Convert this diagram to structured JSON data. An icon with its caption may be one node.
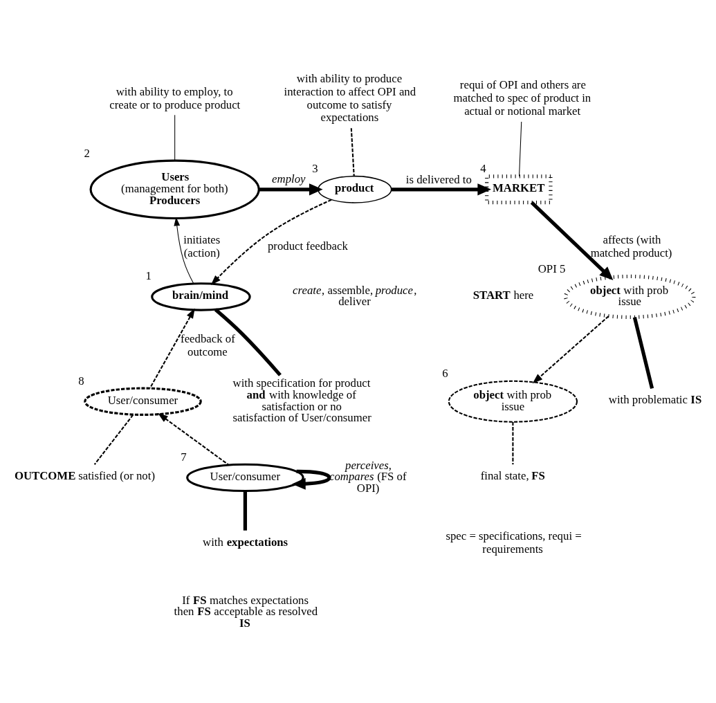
{
  "diagram": {
    "nodes": [
      {
        "text": [
          "**Users**",
          "(management for both)",
          "**Producers**"
        ],
        "beside": [
          "2"
        ]
      },
      {
        "text": [
          "**product**"
        ],
        "beside": [
          "3"
        ]
      },
      {
        "text": [
          "**MARKET**"
        ],
        "beside": [
          "4"
        ]
      },
      {
        "text": [
          "**brain/mind**"
        ],
        "beside": [
          "1"
        ]
      },
      {
        "text": [
          "User/consumer"
        ],
        "beside": [
          "8"
        ]
      },
      {
        "text": [
          "**object** with prob issue"
        ],
        "beside": [
          "OPI",
          "5"
        ]
      },
      {
        "text": [
          "**object** with prob issue"
        ],
        "beside": [
          "6"
        ]
      },
      {
        "text": [
          "User/consumer"
        ],
        "beside": [
          "7"
        ]
      },
      {
        "text": [
          "with ability to employ, to create or to produce product"
        ]
      },
      {
        "text": [
          "with ability to produce interaction to affect OPI and outcome to satisfy expectations"
        ]
      },
      {
        "text": [
          "requi of OPI and others are matched to spec of product in actual or notional market"
        ]
      },
      {
        "text": [
          "with specification for product **and** with knowledge of satisfaction or no satisfaction of User/consumer"
        ]
      },
      {
        "text": [
          "**OUTCOME** satisfied (or not)"
        ]
      },
      {
        "text": [
          "with problematic **IS**"
        ]
      },
      {
        "text": [
          "with **expectations**"
        ]
      },
      {
        "text": [
          "final state, **FS**"
        ]
      }
    ],
    "edges": [
      {
        "from": 0,
        "to": 1,
        "arrow": "to",
        "style": "thick",
        "label": "*employ*"
      },
      {
        "from": 1,
        "to": 2,
        "arrow": "to",
        "style": "thick",
        "label": "is delivered to"
      },
      {
        "from": 2,
        "to": 5,
        "arrow": "to",
        "style": "thick",
        "label": "affects (with matched product)"
      },
      {
        "from": 5,
        "to": 6,
        "arrow": "to",
        "style": "dashed"
      },
      {
        "from": 7,
        "to": 4,
        "arrow": "to",
        "style": "dashed"
      },
      {
        "from": 7,
        "to": 7,
        "arrow": "to",
        "style": "thick",
        "label": "*perceives, compares* (FS of OPI)"
      },
      {
        "from": 3,
        "to": 0,
        "arrow": "to",
        "label": "initiates (action)"
      },
      {
        "from": 1,
        "to": 3,
        "arrow": "to",
        "style": "dashed",
        "label": "product feedback"
      },
      {
        "from": 4,
        "to": 3,
        "arrow": "to",
        "style": "dashed",
        "label": "feedback of outcome"
      },
      {
        "from": 8,
        "to": 0,
        "arrow": "none"
      },
      {
        "from": 9,
        "to": 1,
        "arrow": "none",
        "style": "dashed"
      },
      {
        "from": 10,
        "to": 2,
        "arrow": "none"
      },
      {
        "from": 3,
        "to": 11,
        "arrow": "none",
        "style": "thick"
      },
      {
        "from": 4,
        "to": 12,
        "arrow": "none",
        "style": "dashed"
      },
      {
        "from": 5,
        "to": 13,
        "arrow": "none",
        "style": "thick"
      },
      {
        "from": 7,
        "to": 14,
        "arrow": "none",
        "style": "thick"
      },
      {
        "from": 6,
        "to": 15,
        "arrow": "none",
        "style": "dashed"
      }
    ],
    "labels": [
      "*create*, assemble, *produce*, deliver",
      "**START** here",
      "If **FS** matches expectations then **FS** acceptable as resolved **IS**",
      "spec = specifications, requi = requirements"
    ]
  }
}
